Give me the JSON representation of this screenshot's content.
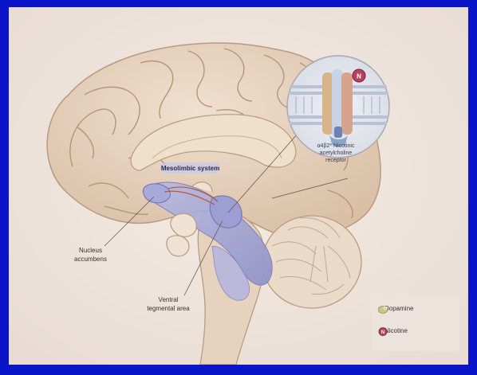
{
  "labels": {
    "mesolimbic": "Mesolimbic system",
    "nucleus": "Nucleus\naccumbens",
    "vta": "Ventral\ntegmental area",
    "receptor": "α4β2* Nicotinic\nacetylcholine\nreceptor",
    "nicotine_badge": "N"
  },
  "legend": [
    {
      "label": "Dopamine",
      "icon": "dopamine-icon"
    },
    {
      "label": "Nicotine",
      "icon": "nicotine-icon"
    }
  ],
  "colors": {
    "border": "#0a14c8",
    "background": "#f2ece6",
    "brain": "#ead8c6",
    "pathway": "#a7a8d6",
    "dopamine": "#c9c38c",
    "nicotine": "#b4445e"
  }
}
